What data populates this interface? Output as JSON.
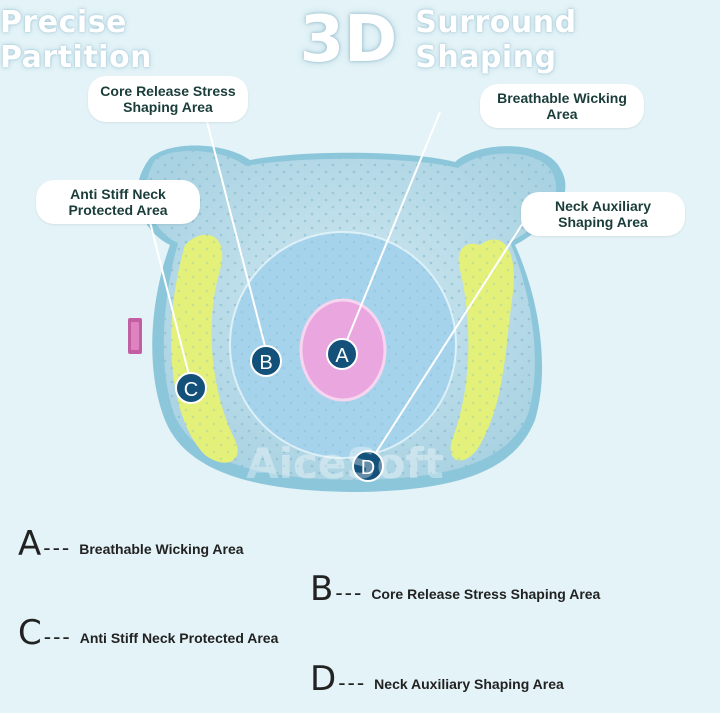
{
  "headline": {
    "left": "Precise Partition",
    "big": "3D",
    "right": "Surround Shaping"
  },
  "callouts": {
    "core": "Core Release Stress\nShaping Area",
    "breathable": "Breathable Wicking\nArea",
    "anti_stiff": "Anti Stiff Neck\nProtected Area",
    "neck_aux": "Neck Auxiliary\nShaping Area"
  },
  "markers": {
    "a": "A",
    "b": "B",
    "c": "C",
    "d": "D"
  },
  "watermark": "AiceSoft",
  "legend": [
    {
      "letter": "A",
      "dash": "---",
      "desc": "Breathable Wicking Area"
    },
    {
      "letter": "B",
      "dash": "---",
      "desc": "Core Release Stress Shaping Area"
    },
    {
      "letter": "C",
      "dash": "---",
      "desc": "Anti Stiff Neck Protected Area"
    },
    {
      "letter": "D",
      "dash": "---",
      "desc": "Neck Auxiliary Shaping Area"
    }
  ],
  "colors": {
    "background": "#e3f3f7",
    "pillow": "#b8dcea",
    "pillow_edge": "#8cc6db",
    "center_zone": "#a6d3ec",
    "core_zone": "#eaa6df",
    "side_pads": "#e3f07a",
    "marker": "#13507a"
  }
}
